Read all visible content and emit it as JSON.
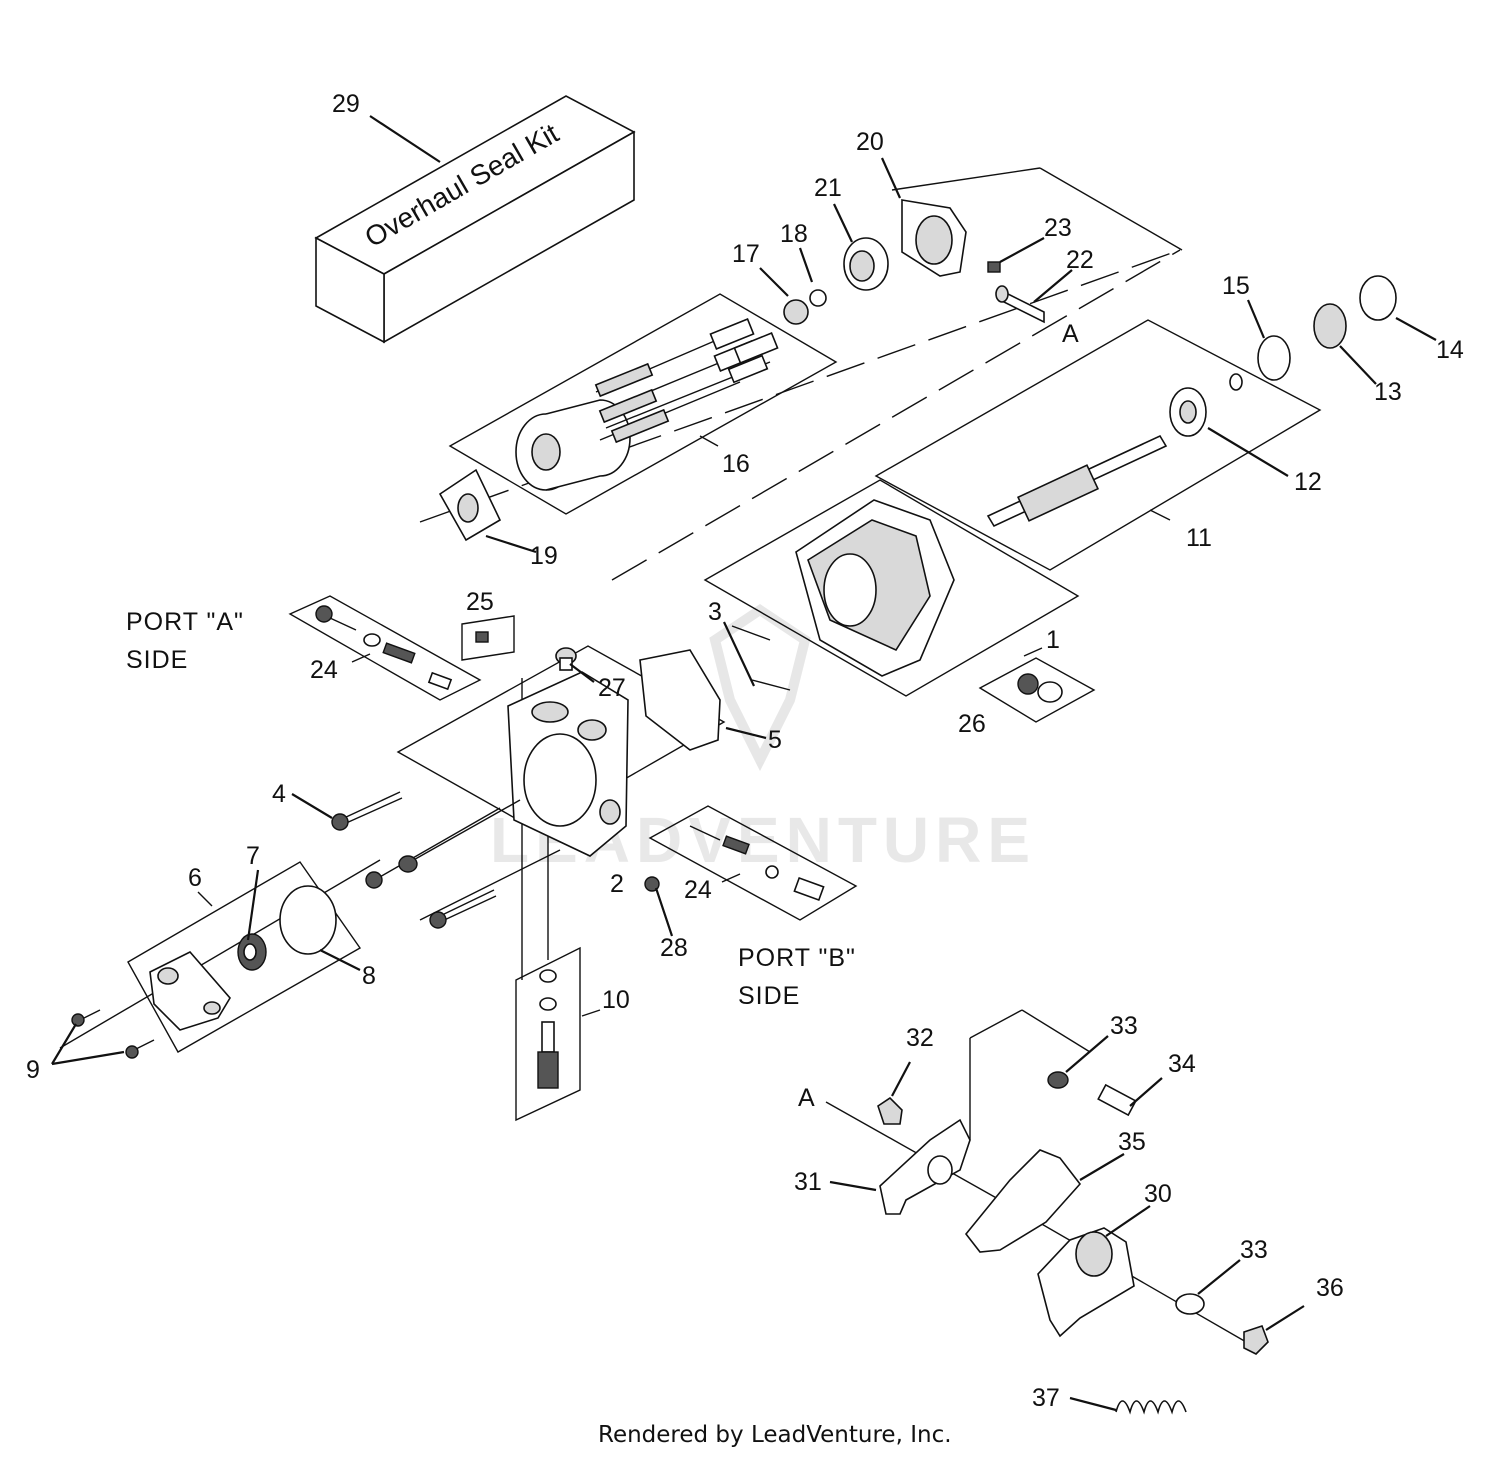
{
  "kit_label": "Overhaul Seal Kit",
  "port_a": [
    "PORT \"A\"",
    "SIDE"
  ],
  "port_b": [
    "PORT \"B\"",
    "SIDE"
  ],
  "ref_marks": [
    "A",
    "A"
  ],
  "watermark": "LEADVENTURE",
  "footer": "Rendered by LeadVenture, Inc.",
  "callouts": [
    "29",
    "20",
    "21",
    "17",
    "18",
    "23",
    "22",
    "15",
    "14",
    "13",
    "16",
    "12",
    "19",
    "11",
    "3",
    "1",
    "25",
    "24",
    "27",
    "26",
    "5",
    "4",
    "7",
    "6",
    "2",
    "28",
    "24",
    "8",
    "10",
    "9",
    "32",
    "33",
    "34",
    "31",
    "35",
    "30",
    "33",
    "36",
    "37"
  ]
}
